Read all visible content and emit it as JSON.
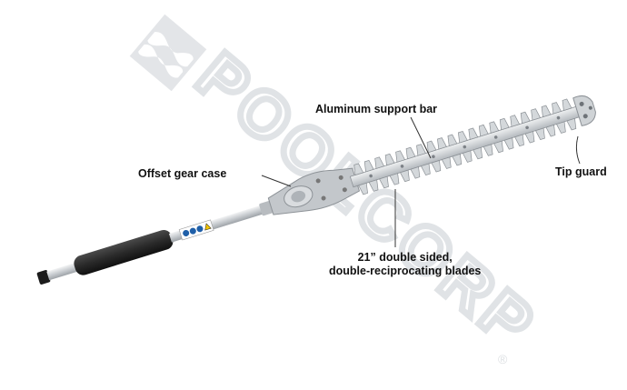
{
  "labels": {
    "aluminum_support_bar": "Aluminum support bar",
    "offset_gear_case": "Offset gear case",
    "tip_guard": "Tip guard",
    "blades_line1": "21” double sided,",
    "blades_line2": "double-reciprocating blades"
  },
  "watermark": {
    "text": "POOLCORP",
    "registered_mark": "®"
  },
  "colors": {
    "watermark": "#e6e8ea",
    "blade": "#c9cdd1",
    "handle": "#2b2b2b",
    "shaft": "#d5d8db",
    "leader": "#333333"
  }
}
